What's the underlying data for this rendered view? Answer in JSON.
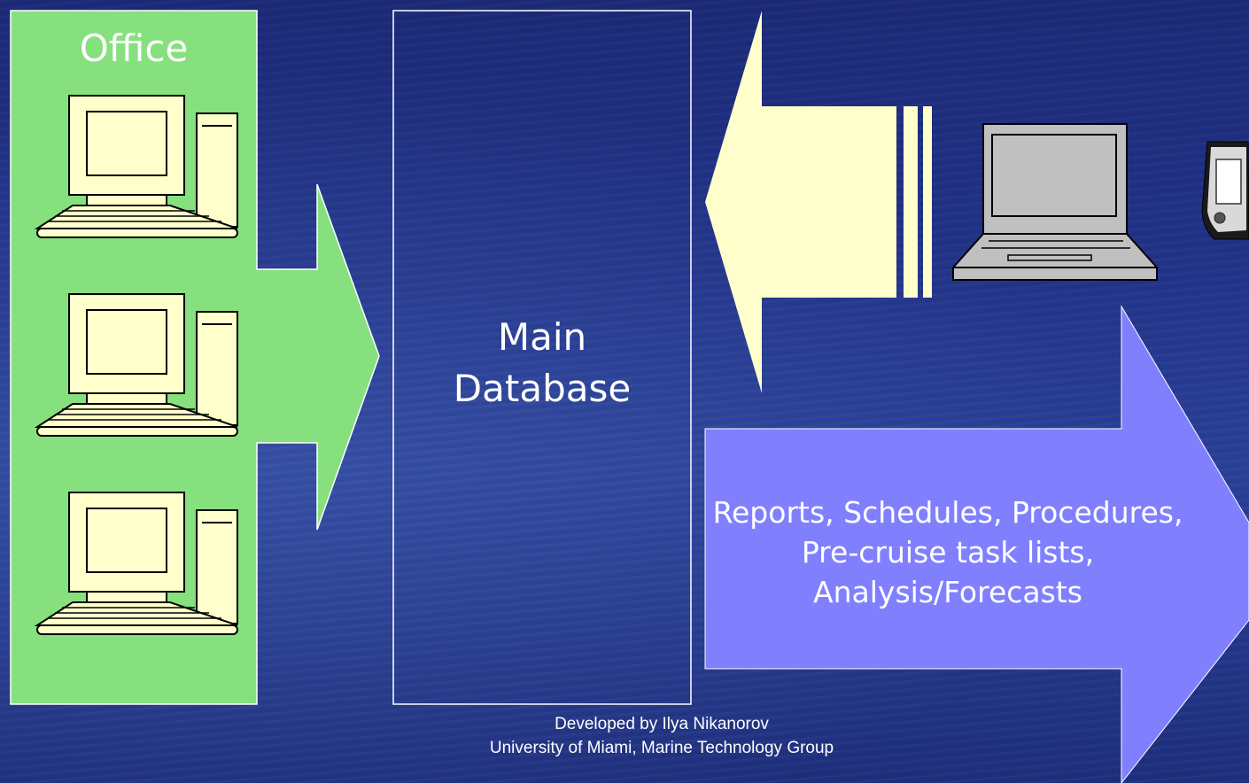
{
  "office": {
    "label": "Office",
    "workstations": 3
  },
  "database": {
    "label_line1": "Main",
    "label_line2": "Database"
  },
  "outputs": {
    "line1": "Reports, Schedules, Procedures,",
    "line2": "Pre-cruise task lists,",
    "line3": "Analysis/Forecasts"
  },
  "credit": {
    "line1": "Developed by Ilya Nikanorov",
    "line2": "University of Miami, Marine Technology Group"
  },
  "colors": {
    "office_panel": "#86e07e",
    "inbound_arrow": "#ffffcc",
    "outbound_arrow": "#8080ff",
    "device_fill": "#ffffcc",
    "laptop_fill": "#c0c0c0"
  },
  "icons": [
    "desktop-computer-icon",
    "laptop-icon",
    "handheld-pda-icon"
  ]
}
